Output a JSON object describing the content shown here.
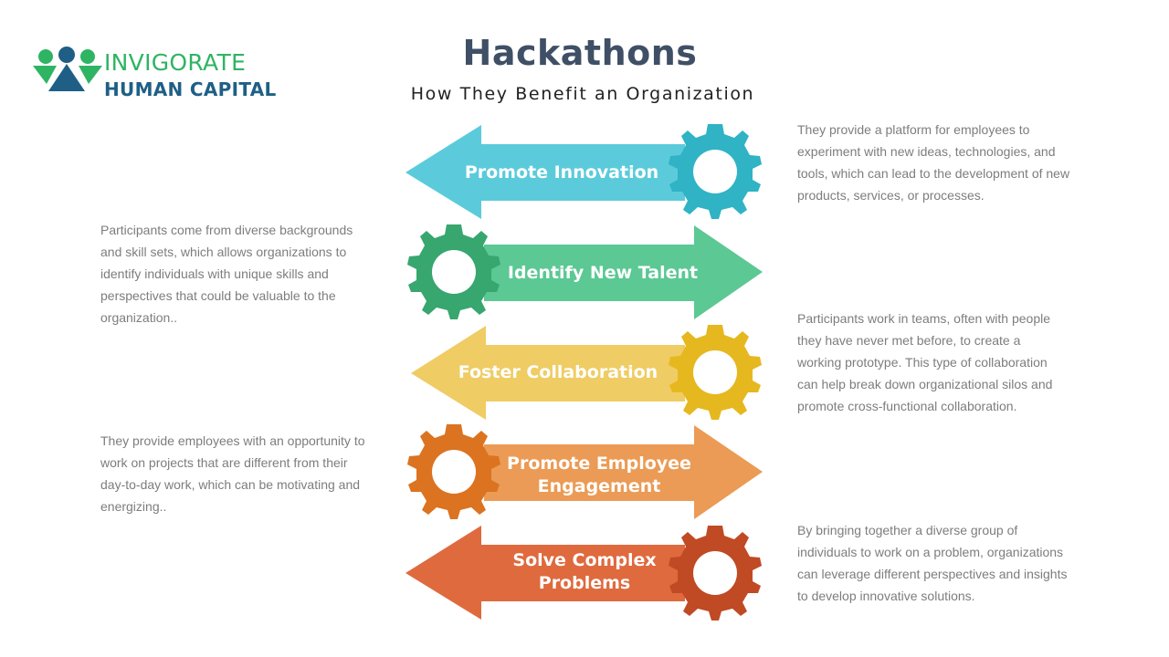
{
  "logo": {
    "line1": "INVIGORATE",
    "line2": "HUMAN CAPITAL",
    "colors": {
      "green": "#2fb463",
      "blue": "#1f5f86"
    }
  },
  "header": {
    "title": "Hackathons",
    "subtitle": "How They Benefit an Organization"
  },
  "benefits": [
    {
      "label_lines": [
        "Promote Innovation"
      ],
      "direction": "left",
      "arrow_color": "#5bcbdb",
      "gear_color": "#2fb3c5",
      "description": "They provide a platform for employees to experiment with new ideas, technologies, and tools, which can lead to the development of new products, services, or processes."
    },
    {
      "label_lines": [
        "Identify New Talent"
      ],
      "direction": "right",
      "arrow_color": "#5cc894",
      "gear_color": "#37a66f",
      "description": "Participants come from diverse backgrounds and skill sets, which allows organizations to identify individuals with unique skills and perspectives that could be valuable to the organization.."
    },
    {
      "label_lines": [
        "Foster Collaboration"
      ],
      "direction": "left",
      "arrow_color": "#efcc64",
      "gear_color": "#e6b81f",
      "description": "Participants work in teams, often with people they have never met before, to create a working prototype. This type of collaboration can help break down organizational silos and promote cross-functional collaboration."
    },
    {
      "label_lines": [
        "Promote Employee",
        "Engagement"
      ],
      "direction": "right",
      "arrow_color": "#eb9b55",
      "gear_color": "#dc7320",
      "description": "They provide employees with an opportunity to work on projects that are different from their day-to-day work, which can be motivating and energizing.."
    },
    {
      "label_lines": [
        "Solve Complex",
        "Problems"
      ],
      "direction": "left",
      "arrow_color": "#df6a3e",
      "gear_color": "#c04a24",
      "description": "By bringing together  a diverse group of individuals to work on a problem, organizations can leverage different perspectives and insights to develop innovative solutions."
    }
  ]
}
